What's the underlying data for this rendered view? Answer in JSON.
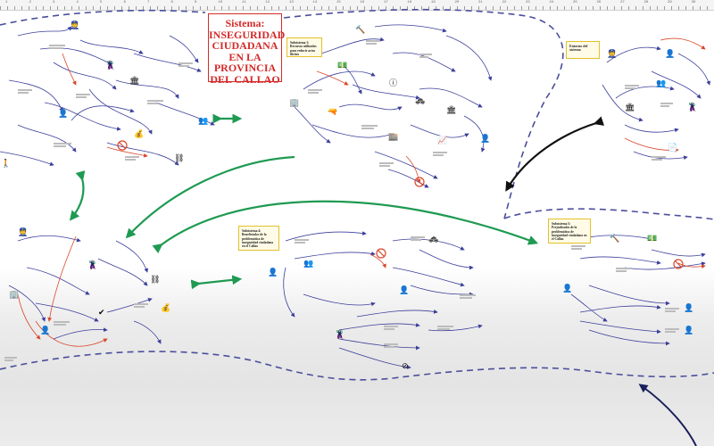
{
  "title": {
    "line1": "Sistema:",
    "line2": "INSEGURIDAD",
    "line3": "CIUDADANA",
    "line4": "EN LA",
    "line5": "PROVINCIA",
    "line6": "DEL CALLAO"
  },
  "notes": {
    "subsistema1": "Subsistema 1: Recursos utilizados para reducir actos ilícitos",
    "entorno": "Entorno del sistema",
    "subsistema4": "Subsistema 4: Beneficiados de la problemática de inseguridad ciudadana en el Callao",
    "subsistema5": "Subsistema 5: Perjudicados de la problemática de inseguridad ciudadana en el Callao"
  },
  "ruler_ticks": [
    "1",
    "2",
    "3",
    "4",
    "5",
    "6",
    "7",
    "8",
    "9",
    "10",
    "11",
    "12",
    "13",
    "14",
    "15",
    "16",
    "17",
    "18",
    "19",
    "20",
    "21",
    "22",
    "23",
    "24",
    "25",
    "26",
    "27",
    "28",
    "29",
    "30"
  ],
  "colors": {
    "boundary": "#4a4f9c",
    "connector": "#3b3f9a",
    "highlight": "#d9472b",
    "bridge_green": "#1f9a52",
    "bridge_black": "#111111",
    "title_red": "#d42a2a",
    "note_border": "#e2c12a"
  },
  "icons": [
    "police-icon",
    "gun-icon",
    "handcuffs-icon",
    "money-icon",
    "judge-gavel-icon",
    "building-icon",
    "prohibited-icon",
    "person-icon",
    "car-icon",
    "document-icon",
    "thief-icon",
    "chart-icon"
  ]
}
